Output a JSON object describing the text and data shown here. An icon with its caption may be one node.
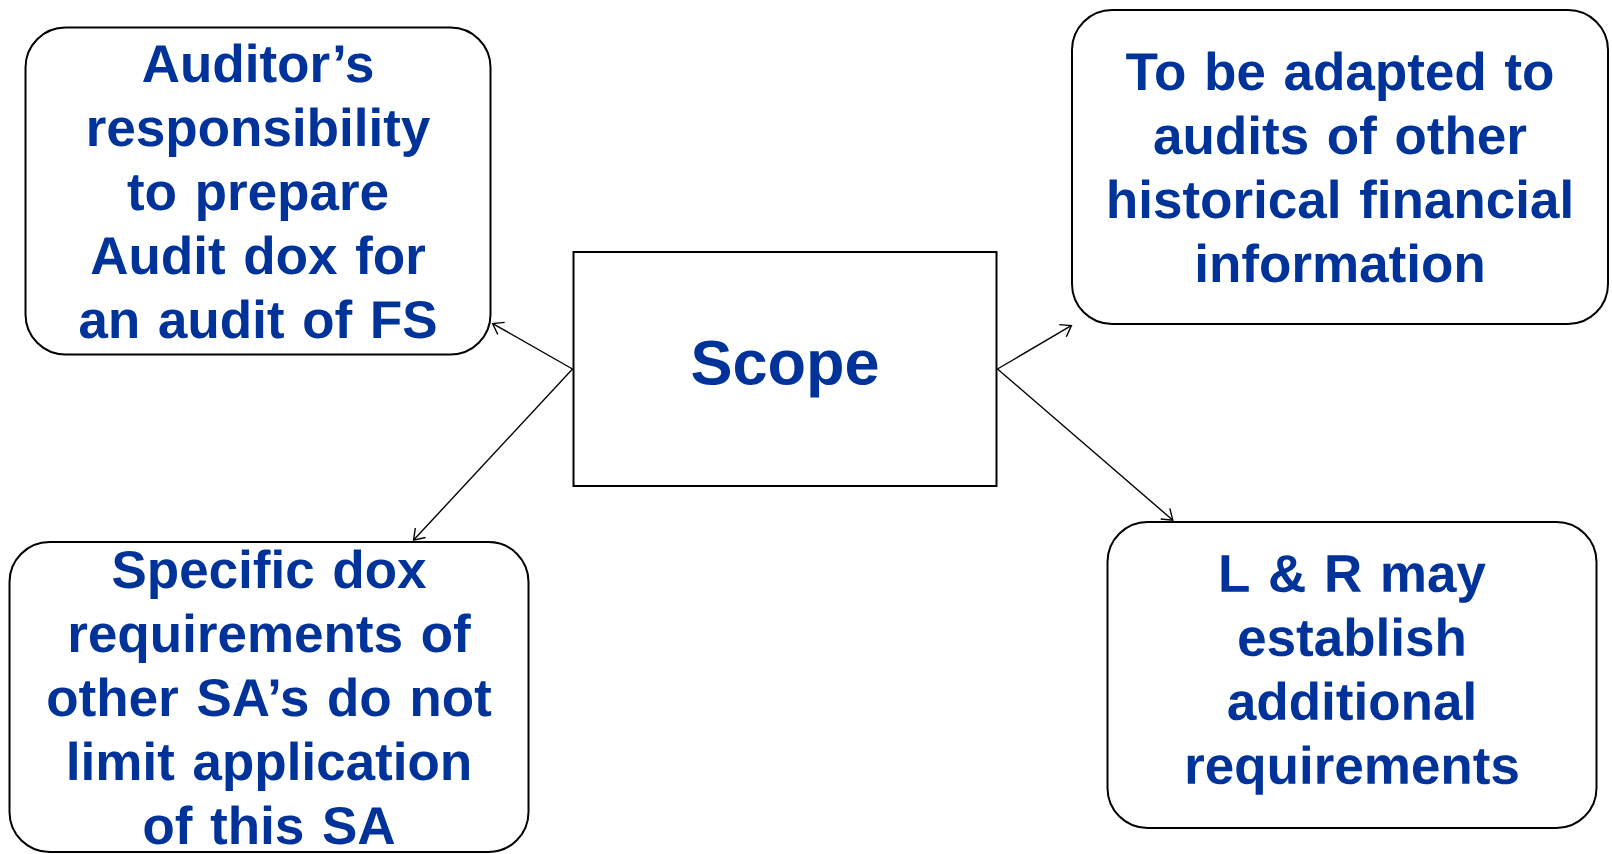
{
  "diagram": {
    "nodes": [
      {
        "text": [
          "Auditor’s responsibility to prepare Audit dox for an audit of FS"
        ]
      },
      {
        "text": [
          "To be adapted to audits of other historical financial information"
        ]
      },
      {
        "text": [
          "Scope"
        ]
      },
      {
        "text": [
          "Specific dox requirements of other SA’s do not limit application of this SA"
        ]
      },
      {
        "text": [
          "L & R may establish additional requirements"
        ]
      }
    ],
    "edges": [
      {
        "from": 2,
        "to": 0,
        "arrow": "to"
      },
      {
        "from": 2,
        "to": 1,
        "arrow": "to"
      },
      {
        "from": 2,
        "to": 3,
        "arrow": "to"
      },
      {
        "from": 2,
        "to": 4,
        "arrow": "to"
      }
    ]
  }
}
